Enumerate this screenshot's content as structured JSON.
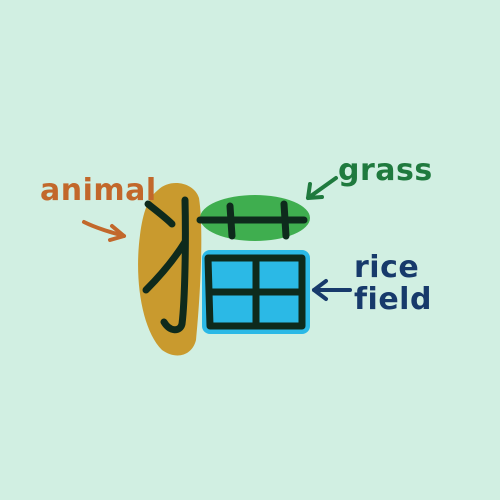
{
  "labels": {
    "animal": "animal",
    "grass": "grass",
    "rice_field_line1": "rice",
    "rice_field_line2": "field"
  },
  "colors": {
    "background": "#d1efe2",
    "animal_label": "#c2682b",
    "grass_label": "#1f7a3e",
    "rice_field_label": "#173a6b",
    "animal_highlight": "#c99a2e",
    "grass_highlight": "#3fae4f",
    "rice_field_highlight": "#2bb9e6",
    "strokes": "#0e2a1c"
  },
  "character": "猫"
}
